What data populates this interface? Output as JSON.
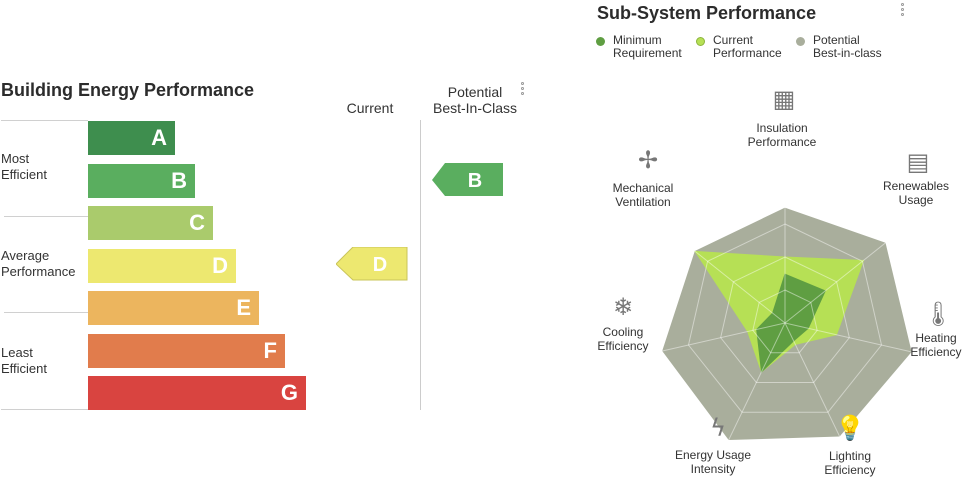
{
  "energy": {
    "title": "Building Energy Performance",
    "current_label": "Current",
    "potential_label": "Potential\nBest-In-Class",
    "current_rating": "D",
    "potential_rating": "B",
    "side_labels": [
      "Most\nEfficient",
      "Average\nPerformance",
      "Least\nEfficient"
    ],
    "ratings": [
      {
        "letter": "A",
        "color": "#3e8e4e",
        "width_pct": 30
      },
      {
        "letter": "B",
        "color": "#5aae5f",
        "width_pct": 37
      },
      {
        "letter": "C",
        "color": "#aacb6c",
        "width_pct": 43
      },
      {
        "letter": "D",
        "color": "#ede870",
        "width_pct": 51
      },
      {
        "letter": "E",
        "color": "#ecb55e",
        "width_pct": 59
      },
      {
        "letter": "F",
        "color": "#e17c4c",
        "width_pct": 68
      },
      {
        "letter": "G",
        "color": "#d94440",
        "width_pct": 75
      }
    ]
  },
  "subsystem": {
    "title": "Sub-System Performance",
    "legend": [
      {
        "label": "Minimum\nRequirement",
        "color": "#5f9e42"
      },
      {
        "label": "Current\nPerformance",
        "color": "#b6e055"
      },
      {
        "label": "Potential\nBest-in-class",
        "color": "#a9ae9c"
      }
    ]
  },
  "chart_data": {
    "type": "radar",
    "axes": [
      {
        "label": "Insulation\nPerformance",
        "icon": "brick-wall-icon"
      },
      {
        "label": "Renewables\nUsage",
        "icon": "solar-panel-icon"
      },
      {
        "label": "Heating\nEfficiency",
        "icon": "thermometer-icon"
      },
      {
        "label": "Lighting\nEfficiency",
        "icon": "light-bulb-icon"
      },
      {
        "label": "Energy Usage\nIntensity",
        "icon": "lightning-icon"
      },
      {
        "label": "Cooling\nEfficiency",
        "icon": "snowflake-icon"
      },
      {
        "label": "Mechanical\nVentilation",
        "icon": "fan-icon"
      }
    ],
    "rings": 4,
    "range": [
      0,
      1
    ],
    "series": [
      {
        "name": "Potential Best-in-class",
        "color": "#a9ae9c",
        "opacity": 1.0,
        "values": [
          0.87,
          0.97,
          0.98,
          0.95,
          0.98,
          0.95,
          0.87
        ]
      },
      {
        "name": "Current Performance",
        "color": "#b6e055",
        "opacity": 1.0,
        "values": [
          0.5,
          0.76,
          0.4,
          0.18,
          0.41,
          0.29,
          0.87
        ]
      },
      {
        "name": "Minimum Requirement",
        "color": "#5f9e42",
        "opacity": 1.0,
        "values": [
          0.37,
          0.39,
          0.18,
          0.15,
          0.41,
          0.22,
          0.12
        ]
      }
    ]
  }
}
